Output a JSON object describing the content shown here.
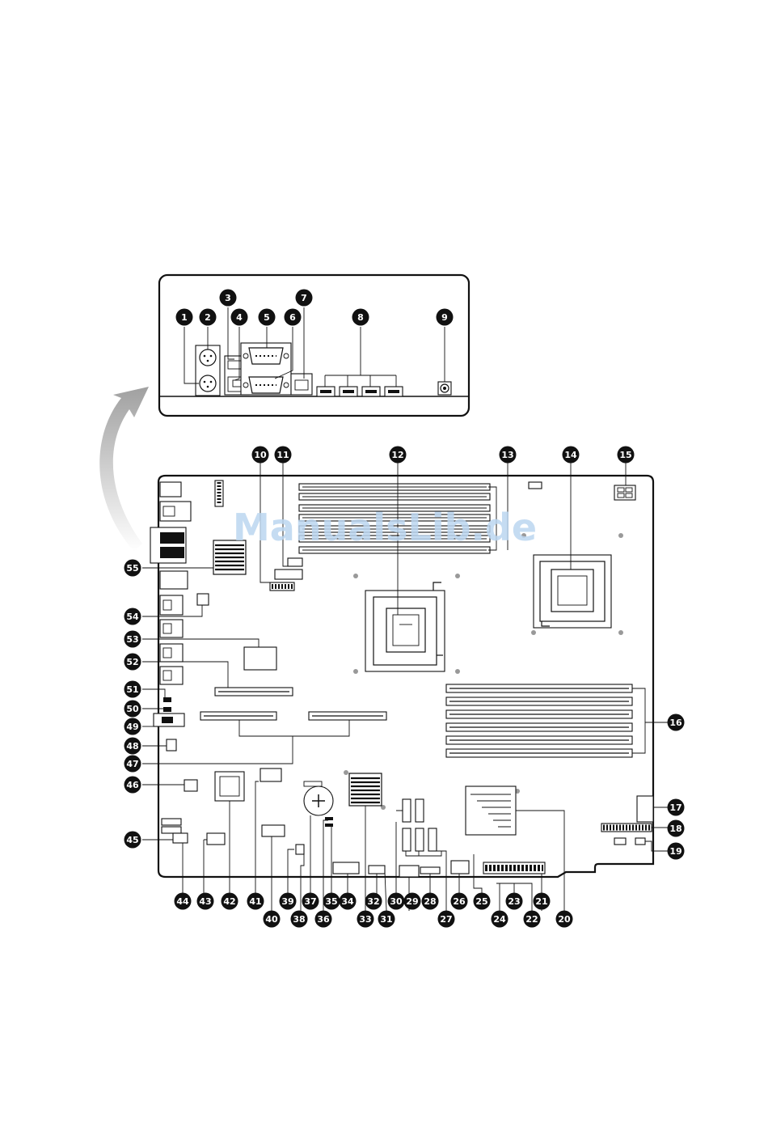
{
  "watermark": "ManualsLib.de",
  "callouts": [
    "1",
    "2",
    "3",
    "4",
    "5",
    "6",
    "7",
    "8",
    "9",
    "10",
    "11",
    "12",
    "13",
    "14",
    "15",
    "16",
    "17",
    "18",
    "19",
    "20",
    "21",
    "22",
    "23",
    "24",
    "25",
    "26",
    "27",
    "28",
    "29",
    "30",
    "31",
    "32",
    "33",
    "34",
    "35",
    "36",
    "37",
    "38",
    "39",
    "40",
    "41",
    "42",
    "43",
    "44",
    "45",
    "46",
    "47",
    "48",
    "49",
    "50",
    "51",
    "52",
    "53",
    "54",
    "55"
  ],
  "colors": {
    "badge": "#111111",
    "watermark": "#bcd6f0",
    "arrow": "#a8a8a8"
  }
}
